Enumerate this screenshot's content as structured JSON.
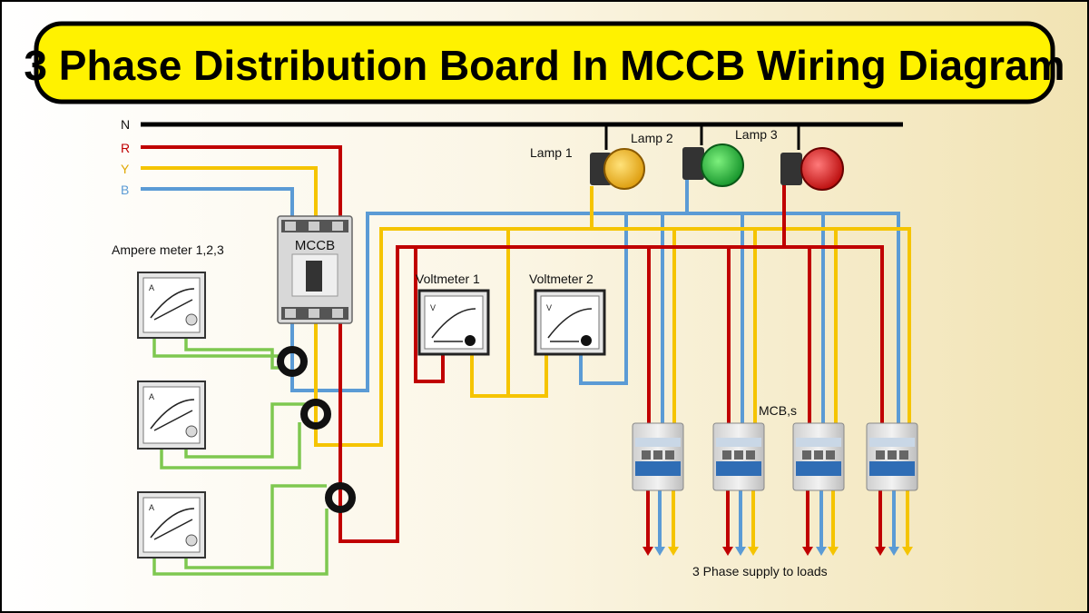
{
  "title": "3 Phase Distribution Board In MCCB Wiring Diagram",
  "lines": {
    "n": "N",
    "r": "R",
    "y": "Y",
    "b": "B"
  },
  "labels": {
    "mccb": "MCCB",
    "ammeters": "Ampere meter 1,2,3",
    "voltmeter1": "Voltmeter 1",
    "voltmeter2": "Voltmeter 2",
    "lamp1": "Lamp 1",
    "lamp2": "Lamp 2",
    "lamp3": "Lamp 3",
    "mcbs": "MCB,s",
    "loads": "3 Phase supply to loads"
  },
  "meter_symbols": {
    "ammeter": "A",
    "voltmeter": "V"
  },
  "colors": {
    "title_bg": "#fff200",
    "red": "#c00000",
    "yellow": "#f5c400",
    "blue": "#5b9bd5",
    "green": "#7ec850",
    "neutral": "#000000",
    "lamp_yellow": "#f0b000",
    "lamp_green": "#1eb33c",
    "lamp_red": "#e01010"
  },
  "icons": [
    "mccb-breaker-icon",
    "ammeter-icon",
    "voltmeter-icon",
    "current-transformer-icon",
    "pilot-lamp-icon",
    "mcb-breaker-icon",
    "arrow-down-icon"
  ]
}
